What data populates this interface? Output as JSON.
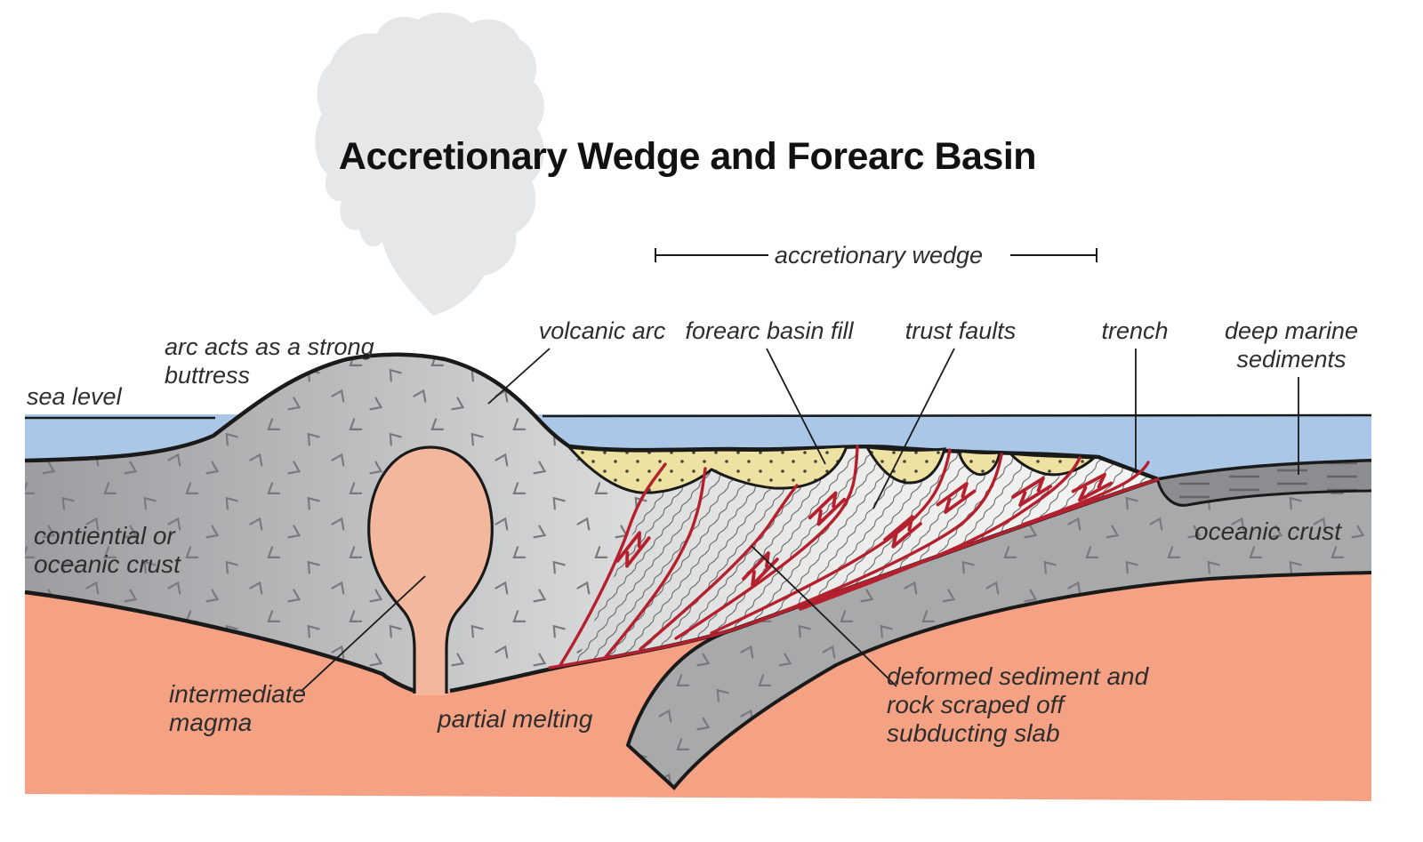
{
  "title": "Accretionary Wedge and Forearc Basin",
  "bracket": {
    "label": "accretionary wedge"
  },
  "labels": {
    "sea_level": "sea level",
    "buttress": [
      "arc acts as a strong",
      "buttress"
    ],
    "volcanic_arc": "volcanic arc",
    "forearc_basin_fill": "forearc basin fill",
    "trust_faults": "trust faults",
    "trench": "trench",
    "deep_marine": [
      "deep marine",
      "sediments"
    ],
    "continental_crust": [
      "contiential or",
      "oceanic crust"
    ],
    "oceanic_crust": "oceanic crust",
    "intermediate_magma": [
      "intermediate",
      "magma"
    ],
    "partial_melting": "partial melting",
    "deformed": [
      "deformed sediment and",
      "rock scraped off",
      "subducting slab"
    ]
  },
  "colors": {
    "water": "#aac7e7",
    "mantle": "#f5a183",
    "magma": "#f3b79d",
    "crust-dark": "#9b9da0",
    "crust-light": "#f4f4f2",
    "basin-fill": "#ede2a2",
    "slab-gray": "#a7a9ab",
    "marine-sediment": "#8b8d90",
    "fault-red": "#b5202e",
    "smoke": "#e5e7e9",
    "outline": "#1a1a1a"
  }
}
